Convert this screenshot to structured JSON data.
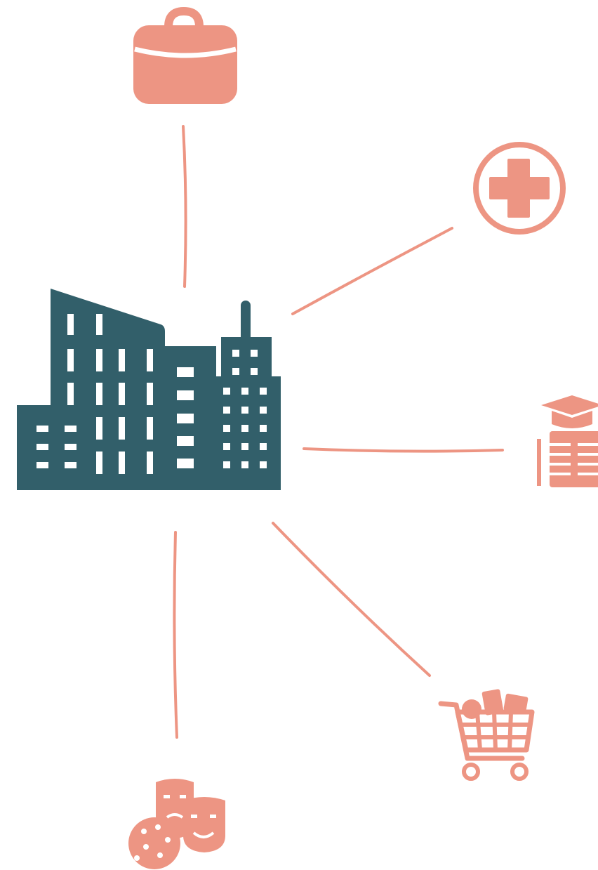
{
  "colors": {
    "accent": "#ED9583",
    "building": "#325F6A",
    "background": "#FFFFFF"
  },
  "diagram": {
    "center": {
      "icon": "city-buildings-icon"
    },
    "connections": [
      {
        "id": "work",
        "icon": "briefcase-icon"
      },
      {
        "id": "health",
        "icon": "medical-cross-icon"
      },
      {
        "id": "education",
        "icon": "graduation-book-icon"
      },
      {
        "id": "shopping",
        "icon": "shopping-cart-icon"
      },
      {
        "id": "leisure",
        "icon": "theater-masks-icon"
      }
    ]
  }
}
